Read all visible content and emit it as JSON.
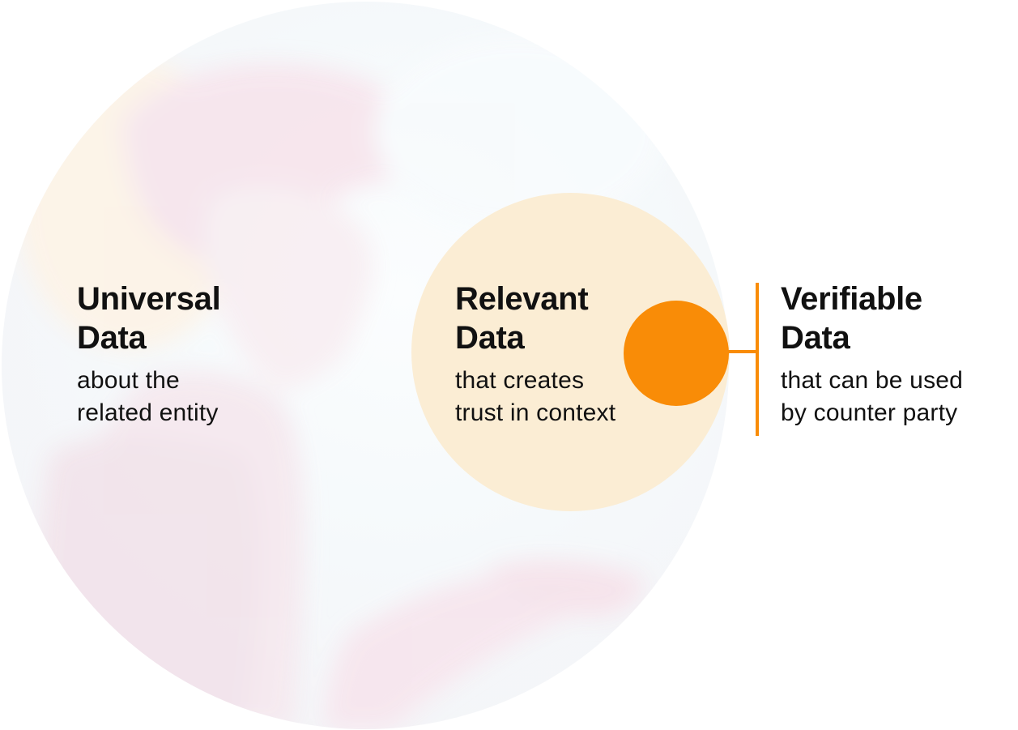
{
  "colors": {
    "accent": "#f98c07",
    "relevant_circle": "#fbedd4",
    "background_circle": "#f5f9fb",
    "text": "#111111"
  },
  "background_image": {
    "description_icon": "person-looking-at-phone-illustration"
  },
  "universal": {
    "title_line1": "Universal",
    "title_line2": "Data",
    "desc_line1": "about the",
    "desc_line2": "related entity"
  },
  "relevant": {
    "title_line1": "Relevant",
    "title_line2": "Data",
    "desc_line1": "that creates",
    "desc_line2": "trust in context"
  },
  "verifiable": {
    "title_line1": "Verifiable",
    "title_line2": "Data",
    "desc_line1": "that can be used",
    "desc_line2": "by counter party"
  }
}
